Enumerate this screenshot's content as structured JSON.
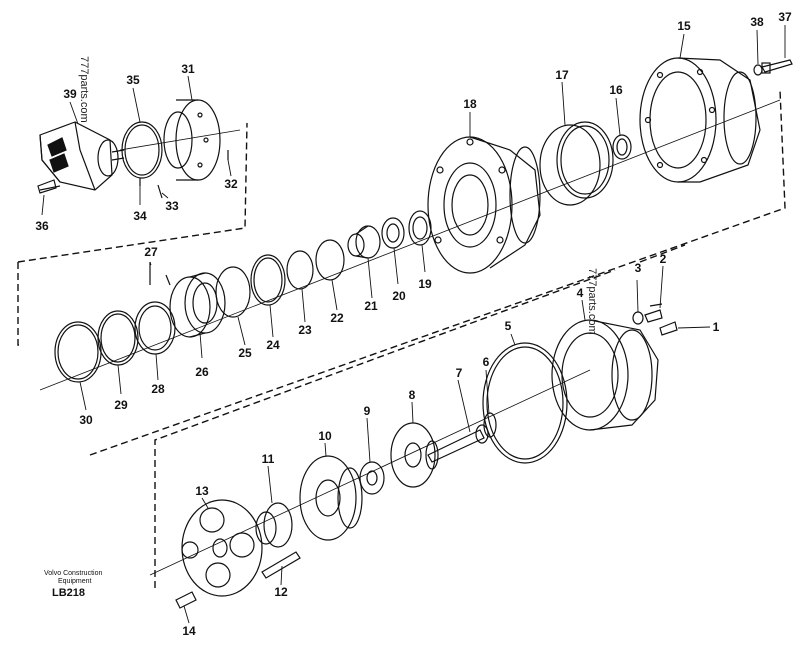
{
  "diagram": {
    "watermark_top": "777parts.com",
    "watermark_mid": "777parts.com",
    "caption": {
      "line1": "Volvo Construction",
      "line2": "Equipment",
      "code": "LB218"
    },
    "callouts": {
      "p1": "1",
      "p2": "2",
      "p3": "3",
      "p4": "4",
      "p5": "5",
      "p6": "6",
      "p7": "7",
      "p8": "8",
      "p9": "9",
      "p10": "10",
      "p11": "11",
      "p12": "12",
      "p13": "13",
      "p14": "14",
      "p15": "15",
      "p16": "16",
      "p17": "17",
      "p18": "18",
      "p19": "19",
      "p20": "20",
      "p21": "21",
      "p22": "22",
      "p23": "23",
      "p24": "24",
      "p25": "25",
      "p26": "26",
      "p27": "27",
      "p28": "28",
      "p29": "29",
      "p30": "30",
      "p31": "31",
      "p32": "32",
      "p33": "33",
      "p34": "34",
      "p35": "35",
      "p36": "36",
      "p37": "37",
      "p38": "38",
      "p39": "39"
    },
    "colors": {
      "ink": "#111111",
      "paper": "#ffffff",
      "shade": "#555555"
    }
  }
}
